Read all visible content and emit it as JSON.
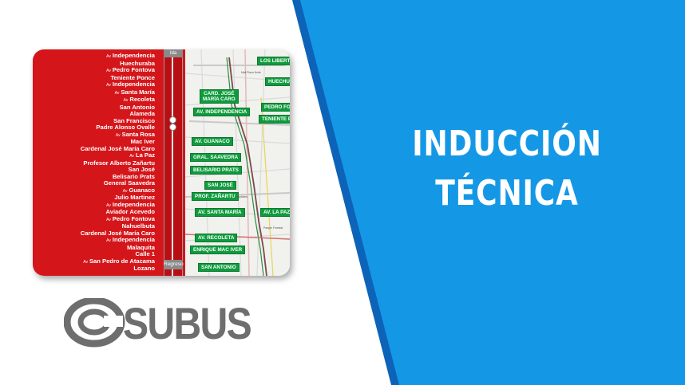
{
  "colors": {
    "blue": "#1498e6",
    "blue_dark": "#0d63b8",
    "red": "#d4161b",
    "green": "#0f9b3d",
    "logo_gray": "#6e6e6e"
  },
  "title": {
    "line1": "INDUCCIÓN",
    "line2": "TÉCNICA"
  },
  "logo": {
    "text": "SUBUS",
    "icon": "subus-ring-logo"
  },
  "route_map": {
    "timeline_top_label": "Ida",
    "timeline_bottom_label": "Regreso",
    "stops": [
      {
        "prefix": "Av",
        "name": "Independencia"
      },
      {
        "prefix": "",
        "name": "Huechuraba"
      },
      {
        "prefix": "Av",
        "name": "Pedro Fontova"
      },
      {
        "prefix": "",
        "name": "Teniente Ponce"
      },
      {
        "prefix": "Av",
        "name": "Independencia"
      },
      {
        "prefix": "Av",
        "name": "Santa María"
      },
      {
        "prefix": "Av",
        "name": "Recoleta"
      },
      {
        "prefix": "",
        "name": "San Antonio"
      },
      {
        "prefix": "",
        "name": "Alameda"
      },
      {
        "prefix": "",
        "name": "San Francisco"
      },
      {
        "prefix": "",
        "name": "Padre Alonso Ovalle"
      },
      {
        "prefix": "Av",
        "name": "Santa Rosa"
      },
      {
        "prefix": "",
        "name": "Mac Iver"
      },
      {
        "prefix": "",
        "name": "Cardenal José María Caro"
      },
      {
        "prefix": "Av",
        "name": "La Paz"
      },
      {
        "prefix": "",
        "name": "Profesor Alberto Zañartu"
      },
      {
        "prefix": "",
        "name": "San José"
      },
      {
        "prefix": "",
        "name": "Belisario Prats"
      },
      {
        "prefix": "",
        "name": "General Saavedra"
      },
      {
        "prefix": "Av",
        "name": "Guanaco"
      },
      {
        "prefix": "",
        "name": "Julio Martinez"
      },
      {
        "prefix": "Av",
        "name": "Independencia"
      },
      {
        "prefix": "",
        "name": "Aviador Acevedo"
      },
      {
        "prefix": "Av",
        "name": "Pedro Fontova"
      },
      {
        "prefix": "",
        "name": "Nahuelbuta"
      },
      {
        "prefix": "",
        "name": "Cardenal José María Caro"
      },
      {
        "prefix": "Av",
        "name": "Independencia"
      },
      {
        "prefix": "",
        "name": "Malaquita"
      },
      {
        "prefix": "",
        "name": "Calle 1"
      },
      {
        "prefix": "Av",
        "name": "San Pedro de Atacama"
      },
      {
        "prefix": "",
        "name": "Lozano"
      }
    ],
    "stations": [
      {
        "id": "los-libertadores",
        "label": "LOS LIBERTADORES"
      },
      {
        "id": "huechuraba",
        "label": "HUECHURABA"
      },
      {
        "id": "cardenal-caro",
        "label": "CARD. JOSÉ\nMARÍA CARO"
      },
      {
        "id": "pedro-fontova",
        "label": "PEDRO FONTOVA"
      },
      {
        "id": "av-independencia",
        "label": "AV. INDEPENDENCIA"
      },
      {
        "id": "teniente-ponce",
        "label": "TENIENTE PONCE"
      },
      {
        "id": "av-guanaco",
        "label": "AV. GUANACO"
      },
      {
        "id": "gral-saavedra",
        "label": "GRAL. SAAVEDRA"
      },
      {
        "id": "belisario-prats",
        "label": "BELISARIO PRATS"
      },
      {
        "id": "san-jose",
        "label": "SAN JOSÉ"
      },
      {
        "id": "prof-zanartu",
        "label": "PROF. ZAÑARTU"
      },
      {
        "id": "av-santa-maria",
        "label": "AV. SANTA MARÍA"
      },
      {
        "id": "av-la-paz",
        "label": "AV. LA PAZ"
      },
      {
        "id": "av-recoleta",
        "label": "AV. RECOLETA"
      },
      {
        "id": "enrique-mac-iver",
        "label": "ENRIQUE MAC IVER"
      },
      {
        "id": "san-antonio",
        "label": "SAN ANTONIO"
      }
    ],
    "street_labels": [
      {
        "id": "el-mall",
        "label": "Mall Plaza Norte"
      },
      {
        "id": "hospitales",
        "label": "Hospitales"
      },
      {
        "id": "parque-forestal",
        "label": "Parque Forestal"
      }
    ]
  }
}
